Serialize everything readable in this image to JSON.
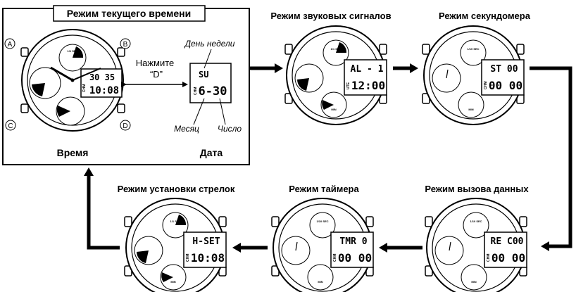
{
  "main_box": {
    "title": "Режим текущего времени",
    "press_label_line1": "Нажмите",
    "press_label_line2": "“D”",
    "day_of_week_label": "День недели",
    "month_label": "Месяц",
    "date_label": "Число",
    "time_caption": "Время",
    "date_caption": "Дата"
  },
  "button_letters": [
    "A",
    "B",
    "C",
    "D"
  ],
  "time_watch": {
    "top_row": "30 35",
    "bottom_row": "10:08",
    "side_label": "CHM",
    "sub_top": "1/1 SEC"
  },
  "date_display": {
    "top": "SU",
    "main": "6-30",
    "side_label": "CHM"
  },
  "modes": [
    {
      "id": "alarm",
      "title": "Режим звуковых сигналов",
      "lcd_top": "AL - 1",
      "lcd_bottom": "12:00",
      "side_label": "UTE",
      "sub_top": "1/1 SEC",
      "sub_bottom": "MIN"
    },
    {
      "id": "stopwatch",
      "title": "Режим секундомера",
      "lcd_top": "ST 00",
      "lcd_bottom": "00 00",
      "side_label": "CHM",
      "sub_top": "1/10 SEC",
      "sub_bottom": "MIN"
    },
    {
      "id": "recall",
      "title": "Режим вызова данных",
      "lcd_top": "RE C00",
      "lcd_bottom": "00 00",
      "side_label": "CHM",
      "sub_top": "1/10 SEC",
      "sub_bottom": "MIN"
    },
    {
      "id": "timer",
      "title": "Режим таймера",
      "lcd_top": "TMR 0",
      "lcd_bottom": "00 00",
      "side_label": "CHM",
      "sub_top": "1/10 SEC",
      "sub_bottom": "MIN"
    },
    {
      "id": "hand_set",
      "title": "Режим установки стрелок",
      "lcd_top": "H-SET",
      "lcd_bottom": "10:08",
      "side_label": "CHM",
      "sub_top": "1/1 SEC",
      "sub_bottom": "MIN"
    }
  ],
  "colors": {
    "ink": "#000000",
    "paper": "#ffffff"
  }
}
